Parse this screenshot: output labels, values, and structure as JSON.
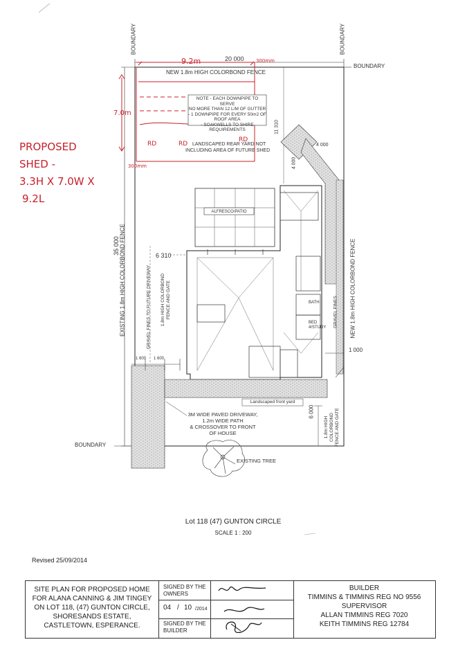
{
  "labels": {
    "boundary_left_top": "BOUNDARY",
    "boundary_right_top": "BOUNDARY",
    "boundary_right_h": "BOUNDARY",
    "boundary_bottom": "BOUNDARY",
    "dim_width": "20 000",
    "dim_depth": "35 000",
    "dim_11310": "11 310",
    "dim_4000_a": "4 000",
    "dim_4000_b": "4 000",
    "dim_6310": "6 310",
    "dim_1000": "1 000",
    "dim_6000": "6 000",
    "dim_1600_a": "1 600",
    "dim_1600_b": "1 600",
    "new_fence_top": "NEW 1.8m HIGH COLORBOND FENCE",
    "existing_fence_left": "EXISTING 1.8m HIGH COLORBOND FENCE",
    "new_fence_right": "NEW 1.8m HIGH COLORBOND FENCE",
    "note_line1": "NOTE - EACH DOWNPIPE TO SERVE",
    "note_line2": "NO MORE THAN 12 L/M OF GUTTER",
    "note_line3": "- 1 DOWNPIPE FOR EVERY 50m2 OF",
    "note_line4": "ROOF AREA",
    "note_line5": "- SOAKWELLS TO SHIRE",
    "note_line6": "REQUIREMENTS",
    "landscaped_rear_1": "LANDSCAPED REAR YARD NOT",
    "landscaped_rear_2": "INCLUDING AREA OF FUTURE SHED",
    "alfresco": "ALFRESCO/PATIO",
    "gravel_left": "GRAVEL FINES TO FUTURE DRIVEWAY",
    "fence_gate_1": "1.8m HIGH COLORBOND",
    "fence_gate_2": "FENCE AND GATE",
    "bath": "BATH",
    "bed_1": "BED",
    "bed_2": "4/STUDY",
    "gravel_right": "GRAVEL FINES",
    "landscaped_front": "Landscaped front yard",
    "driveway_1": "3M WIDE PAVED DRIVEWAY,",
    "driveway_2": "1.2m WIDE PATH",
    "driveway_3": "& CROSSOVER TO FRONT",
    "driveway_4": "OF HOUSE",
    "existing_tree": "EXISTING TREE",
    "front_fence_1": "1.8m HIGH",
    "front_fence_2": "COLORBOND",
    "front_fence_3": "FENCE AND GATE"
  },
  "handwritten": {
    "proposed_1": "PROPOSED",
    "proposed_2": "SHED -",
    "proposed_3": "3.3H X 7.0W X",
    "proposed_4": "9.2L",
    "dim_92": "9.2m",
    "dim_300_top": "300mm",
    "dim_70": "7.0m",
    "dim_300_bottom": "300mm",
    "rd_1": "RD",
    "rd_2": "RD",
    "rd_3": "RD"
  },
  "caption": {
    "lot": "Lot 118 (47) GUNTON CIRCLE",
    "scale": "SCALE 1 : 200",
    "revised": "Revised 25/09/2014"
  },
  "title_block": {
    "description": [
      "SITE PLAN FOR PROPOSED HOME",
      "FOR ALANA CANNING & JIM TINGEY",
      "ON LOT 118, (47) GUNTON CIRCLE,",
      "SHORESANDS ESTATE,",
      "CASTLETOWN, ESPERANCE."
    ],
    "signed_owners": [
      "SIGNED BY THE",
      "OWNERS"
    ],
    "date_day": "04",
    "date_month": "10",
    "date_year": "/2014",
    "signed_builder": [
      "SIGNED BY THE",
      "BUILDER"
    ],
    "builder": [
      "BUILDER",
      "TIMMINS & TIMMINS REG NO 9556",
      "SUPERVISOR",
      "ALLAN TIMMINS REG 7020",
      "KEITH TIMMINS REG 12784"
    ]
  }
}
